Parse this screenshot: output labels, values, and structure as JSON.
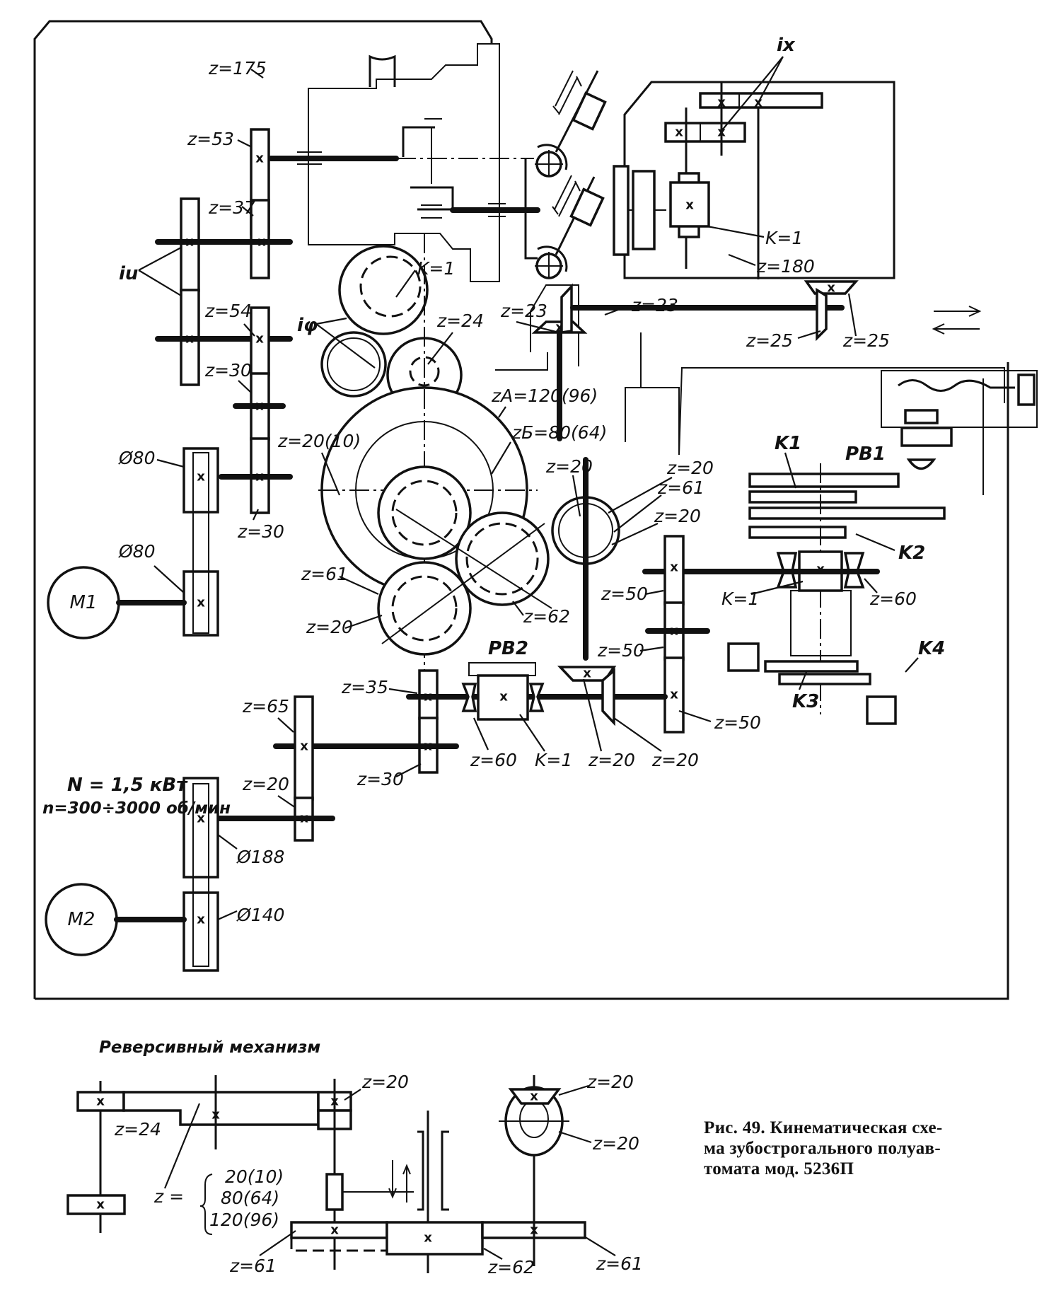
{
  "figure": {
    "caption_lines": [
      "Рис. 49. Кинематическая схе-",
      "ма зубострогального полуав-",
      "томата мод. 5236П"
    ],
    "caption_full": "Рис. 49. Кинематическая схема зубострогального полуавтомата мод. 5236П"
  },
  "motors": {
    "m1": "M1",
    "m2": "M2",
    "m2_power": "N = 1,5 кВт",
    "m2_speed": "n=300÷3000 об/мин"
  },
  "main_scheme": {
    "labels": {
      "z175": "z=175",
      "z53": "z=53",
      "z37": "z=37",
      "iu": "iu",
      "z54": "z=54",
      "z30_a": "z=30",
      "z30_b": "z=30",
      "phi80_a": "Ø80",
      "phi80_b": "Ø80",
      "k1_worm_top": "K=1",
      "iphi": "iφ",
      "z24": "z=24",
      "zA": "zA=120(96)",
      "zB": "zБ=80(64)",
      "z20_10": "z=20(10)",
      "z61_left": "z=61",
      "z20_left": "z=20",
      "z62": "z=62",
      "ix": "ix",
      "k1_head": "K=1",
      "z180": "z=180",
      "z23_a": "z=23",
      "z23_b": "z=23",
      "z25_a": "z=25",
      "z25_b": "z=25",
      "z20_r1": "z=20",
      "z20_r2": "z=20",
      "z61_r": "z=61",
      "z20_r3": "z=20",
      "k1_sub": "K1",
      "pb1": "PB1",
      "k2": "K2",
      "k1_table": "K=1",
      "z60_table": "z=60",
      "z50_a": "z=50",
      "z50_b": "z=50",
      "z50_c": "z=50",
      "k3": "K3",
      "k4": "K4",
      "pb2": "PB2",
      "z35": "z=35",
      "z30_c": "z=30",
      "z60_pb2": "z=60",
      "k1_pb2": "K=1",
      "z20_bevel_a": "z=20",
      "z20_bevel_b": "z=20",
      "z65": "z=65",
      "z20_m2": "z=20",
      "phi188": "Ø188",
      "phi140": "Ø140"
    },
    "gear_mark": "x"
  },
  "reversing_mechanism": {
    "title": "Реверсивный механизм",
    "labels": {
      "z20_top": "z=20",
      "z24": "z=24",
      "z_eq": "z =",
      "z_opt1": "20(10)",
      "z_opt2": "80(64)",
      "z_opt3": "120(96)",
      "z61_left": "z=61",
      "z62": "z=62",
      "z61_right": "z=61",
      "z20_bevel": "z=20",
      "z20_wheel": "z=20"
    }
  }
}
